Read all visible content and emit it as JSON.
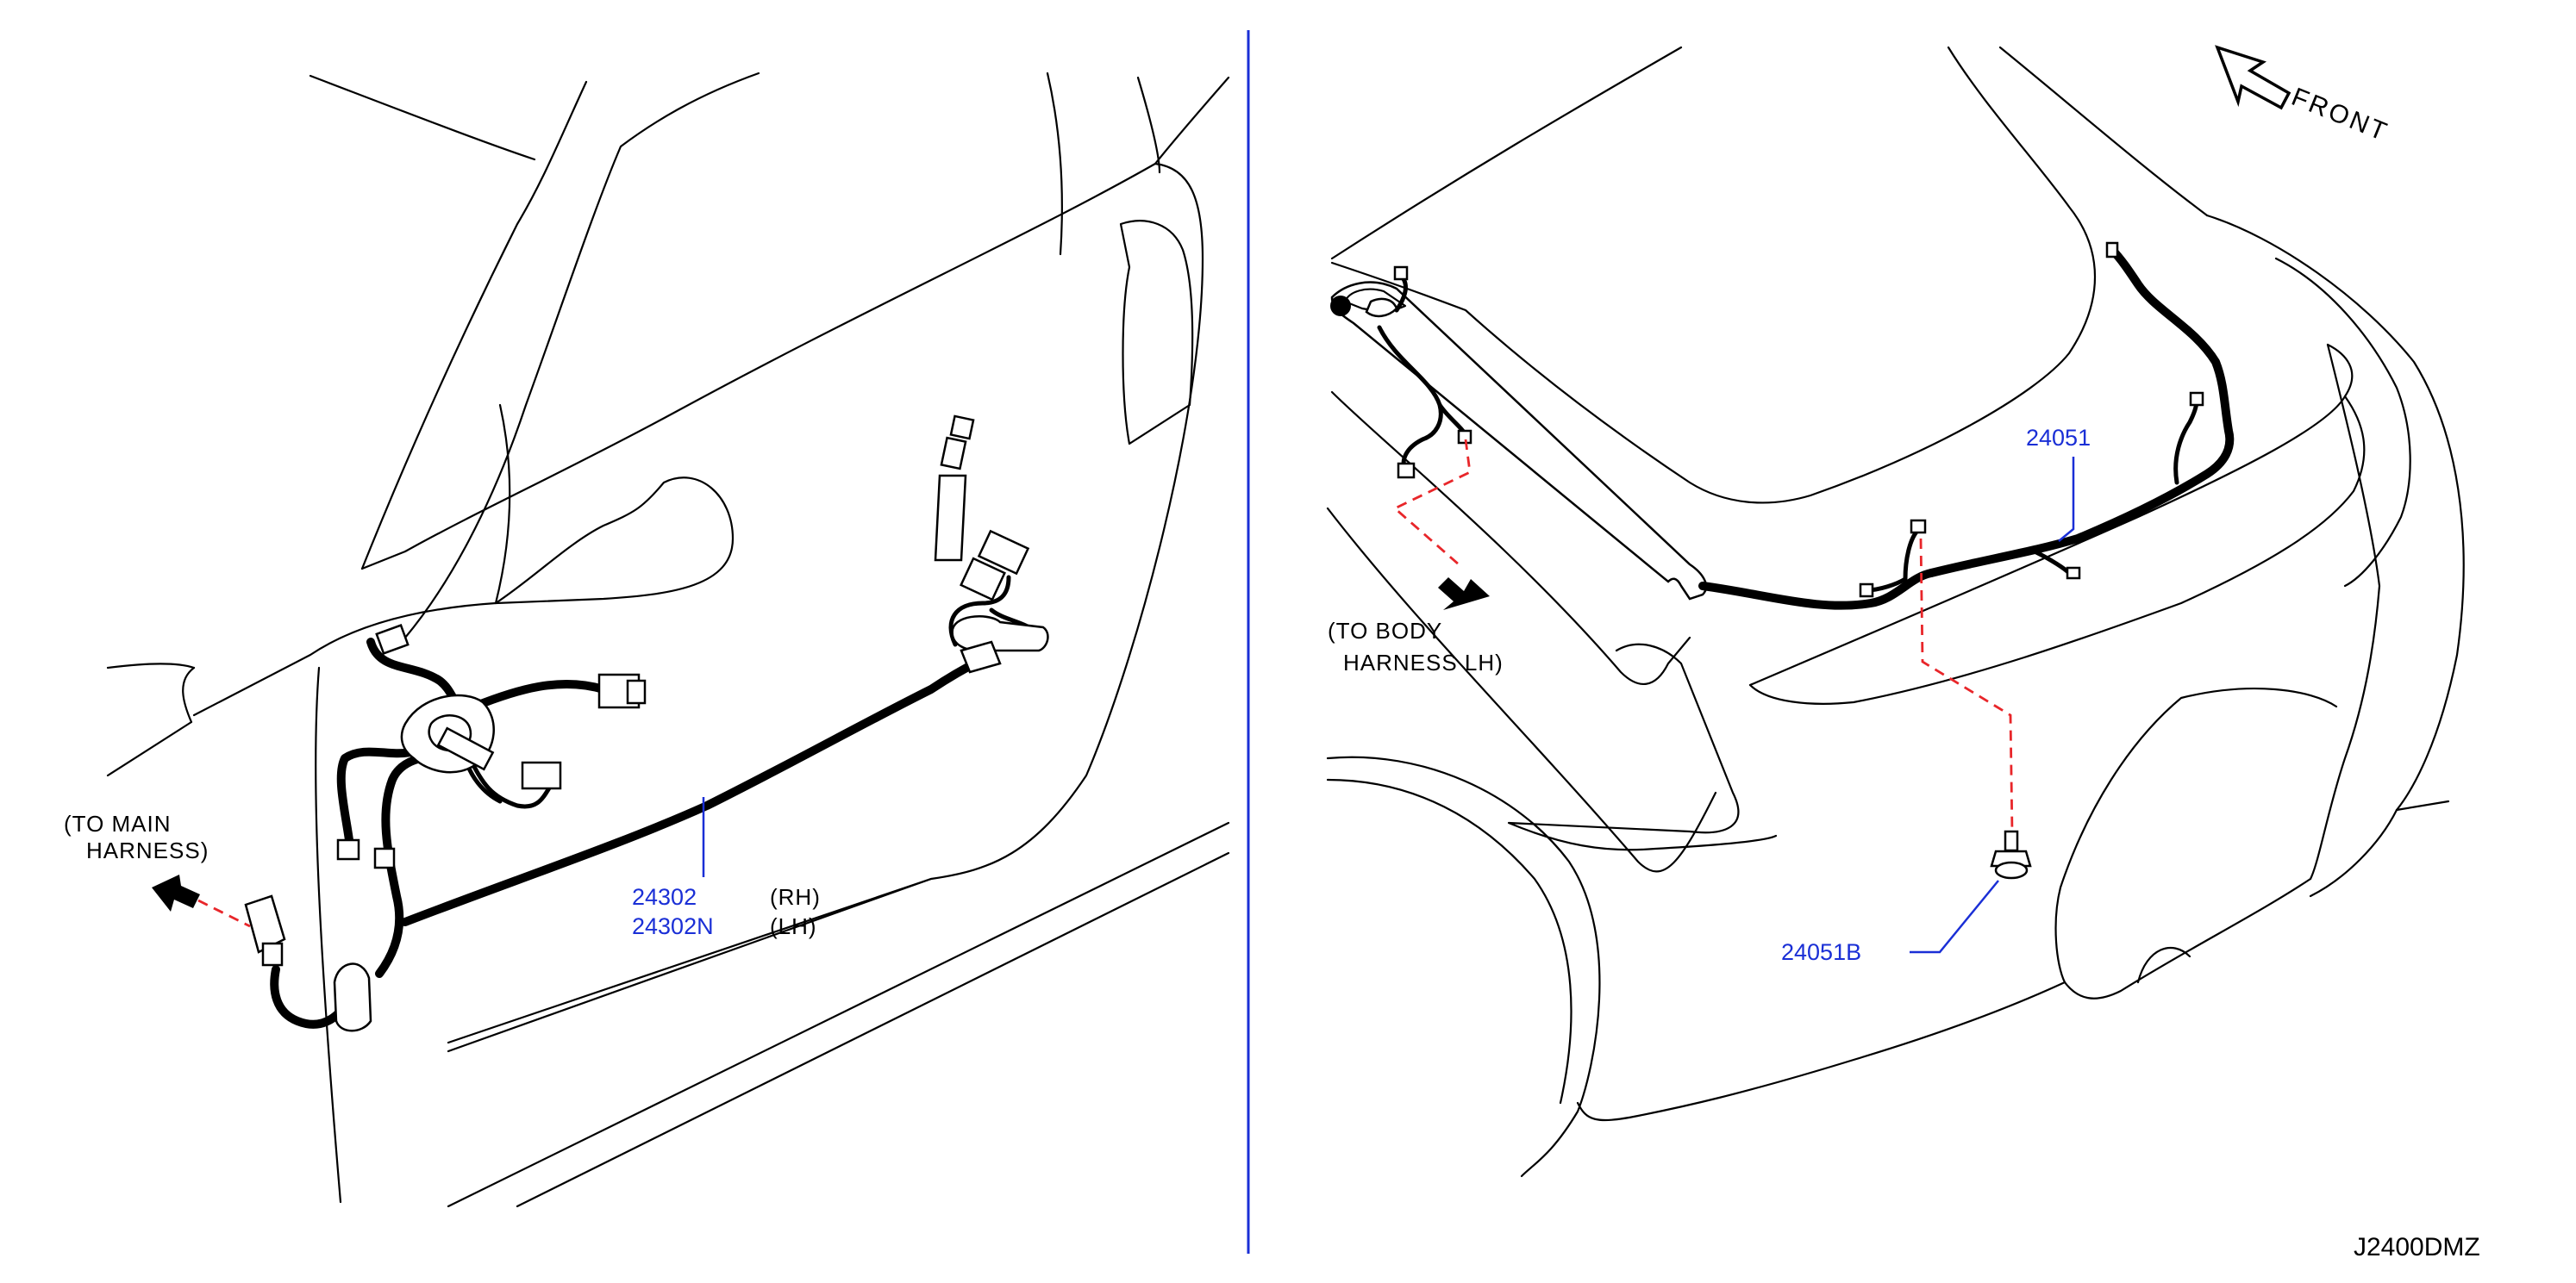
{
  "colors": {
    "part_number": "#1a2fd6",
    "leader_line": "#1a2fd6",
    "connection_dash": "#e8262a",
    "divider": "#1a2fd6",
    "line_art": "#000000"
  },
  "left_view": {
    "to_main_harness": [
      "(TO   MAIN",
      "HARNESS)"
    ],
    "parts": [
      {
        "number": "24302",
        "side": "(RH)"
      },
      {
        "number": "24302N",
        "side": "(LH)"
      }
    ]
  },
  "right_view": {
    "front_label": "FRONT",
    "to_body_harness": [
      "(TO   BODY",
      "HARNESS   LH)"
    ],
    "part_harness": "24051",
    "part_clip": "24051B"
  },
  "diagram_code": "J2400DMZ",
  "icons": [
    "front-arrow-icon",
    "direction-arrow-icon",
    "clip-icon",
    "connector-icon"
  ]
}
